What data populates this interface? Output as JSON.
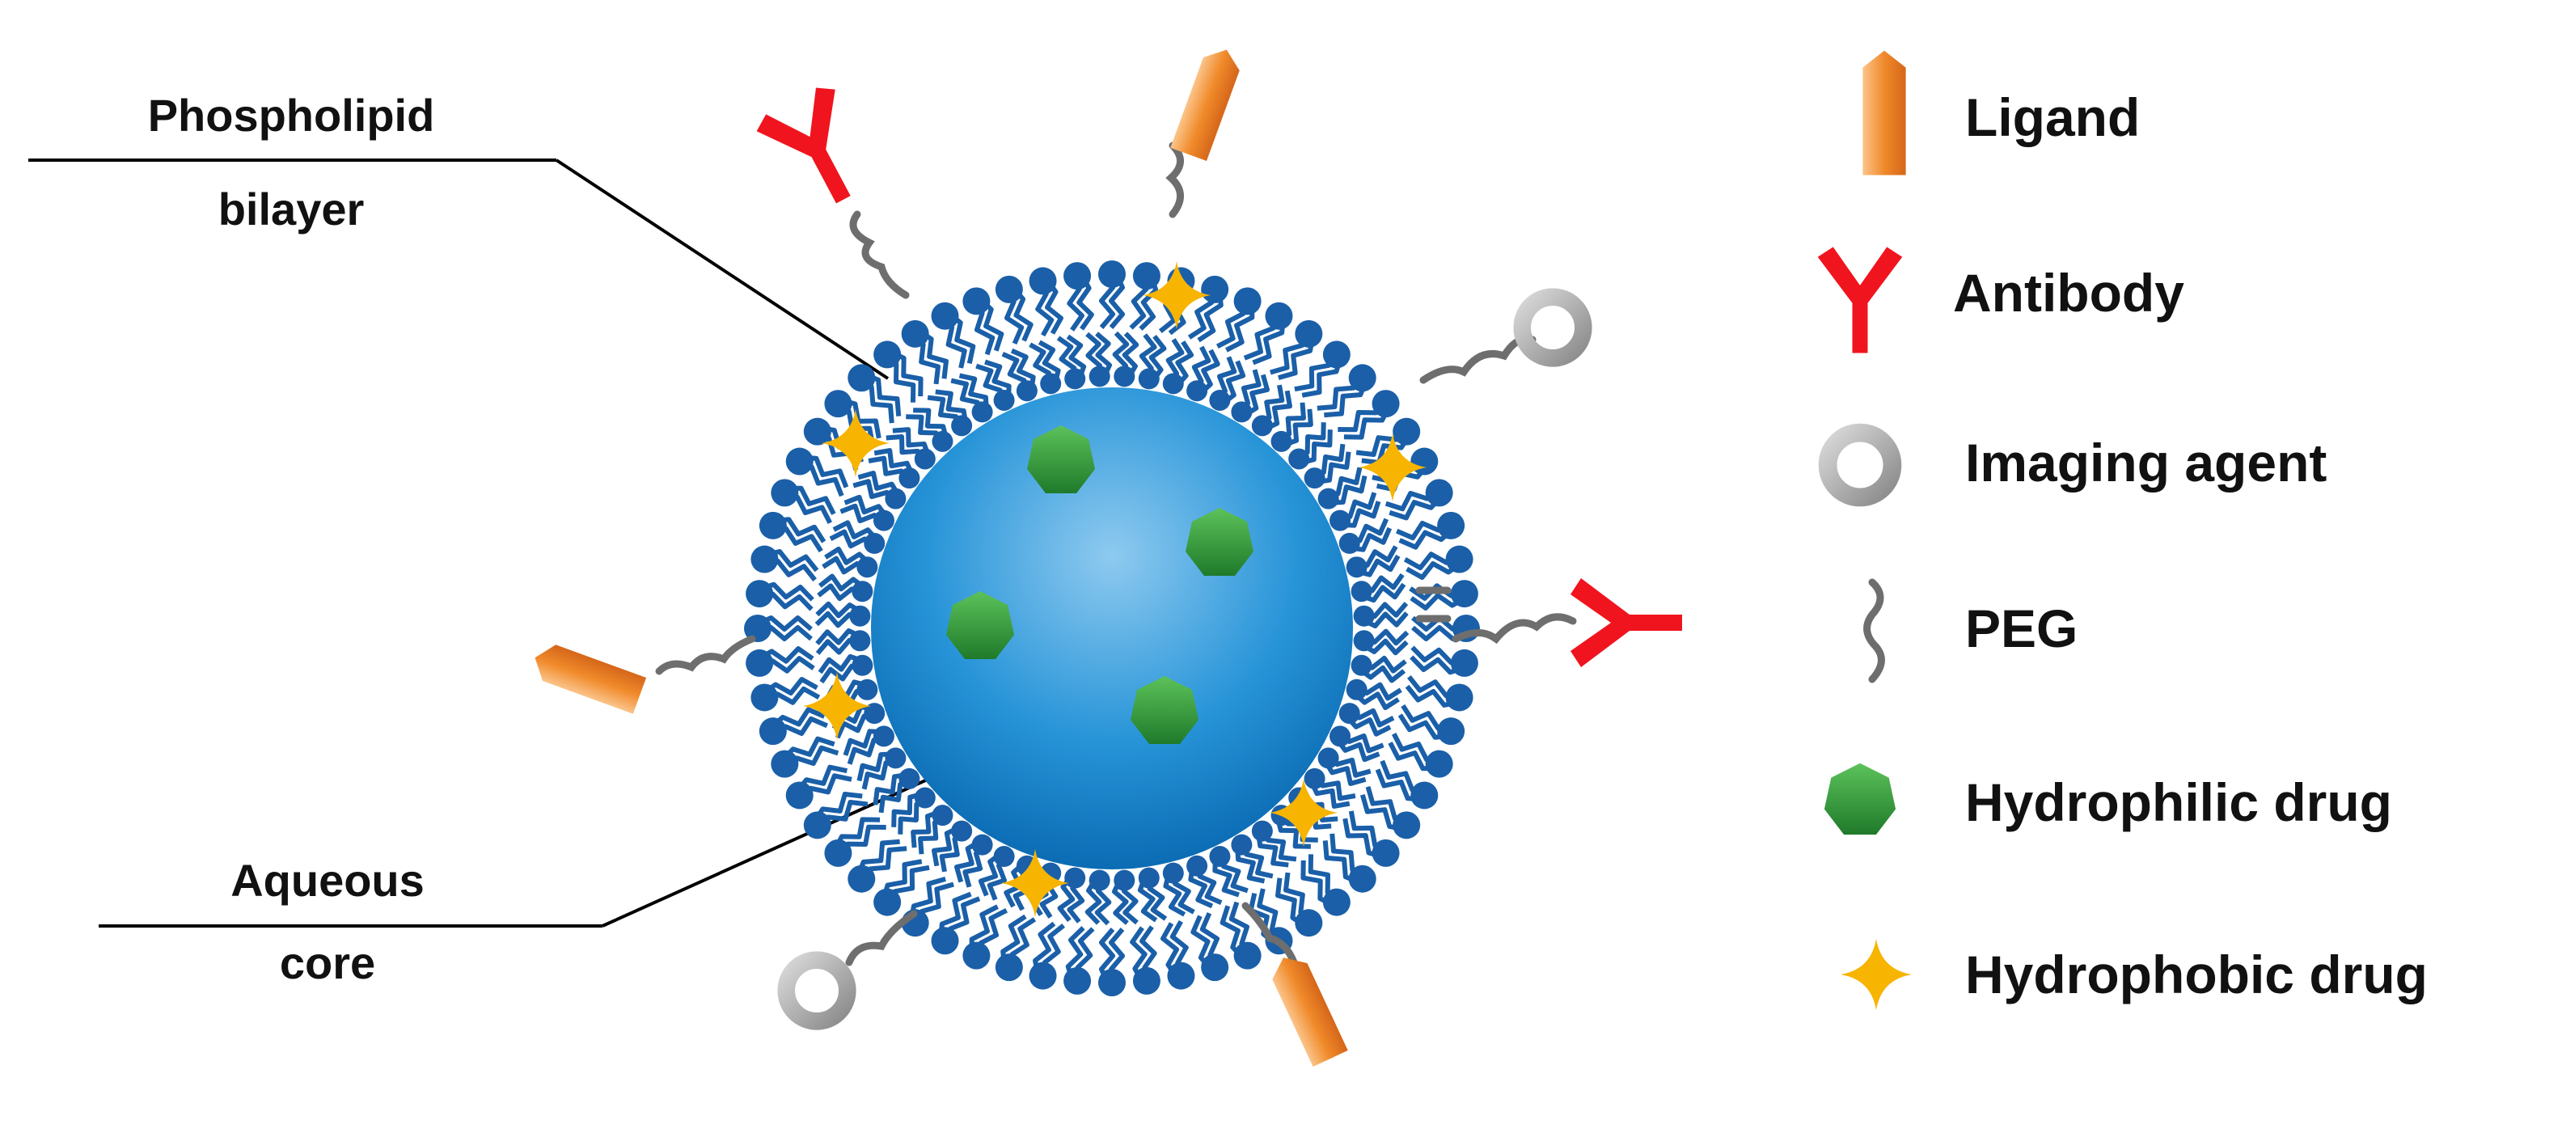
{
  "labels": {
    "phospholipid_line1": "Phospholipid",
    "phospholipid_line2": "bilayer",
    "aqueous_line1": "Aqueous",
    "aqueous_line2": "core"
  },
  "legend": [
    {
      "icon": "ligand-icon",
      "label": "Ligand"
    },
    {
      "icon": "antibody-icon",
      "label": "Antibody"
    },
    {
      "icon": "imaging-agent-icon",
      "label": "Imaging agent"
    },
    {
      "icon": "peg-icon",
      "label": "PEG"
    },
    {
      "icon": "hydrophilic-drug-icon",
      "label": "Hydrophilic drug"
    },
    {
      "icon": "hydrophobic-drug-icon",
      "label": "Hydrophobic drug"
    }
  ],
  "colors": {
    "lipid": "#1a5fa8",
    "core_top": "#7dbde8",
    "core_bottom": "#0a78c8",
    "ligand": "#f08a2a",
    "antibody": "#f0141e",
    "imaging": "#9a9a9a",
    "peg": "#6e6e6e",
    "hydrophilic": "#2e9a3a",
    "hydrophobic": "#f7b400"
  }
}
